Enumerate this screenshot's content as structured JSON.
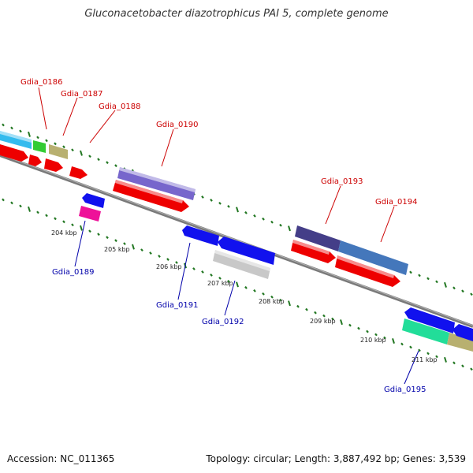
{
  "title": "Gluconacetobacter diazotrophicus PAI 5, complete genome",
  "footer": {
    "accession": "Accession: NC_011365",
    "summary": "Topology: circular; Length: 3,887,492 bp; Genes: 3,539"
  },
  "colors": {
    "forward_label": "#cc0000",
    "reverse_label": "#0000aa",
    "backbone": "#7a7a7a",
    "tick": "#227722"
  },
  "scale_labels": [
    "204 kbp",
    "205 kbp",
    "206 kbp",
    "207 kbp",
    "208 kbp",
    "209 kbp",
    "210 kbp",
    "211 kbp"
  ],
  "forward_genes": [
    "Gdia_0186",
    "Gdia_0187",
    "Gdia_0188",
    "Gdia_0190",
    "Gdia_0193",
    "Gdia_0194"
  ],
  "reverse_genes": [
    "Gdia_0189",
    "Gdia_0191",
    "Gdia_0192",
    "Gdia_0195"
  ]
}
